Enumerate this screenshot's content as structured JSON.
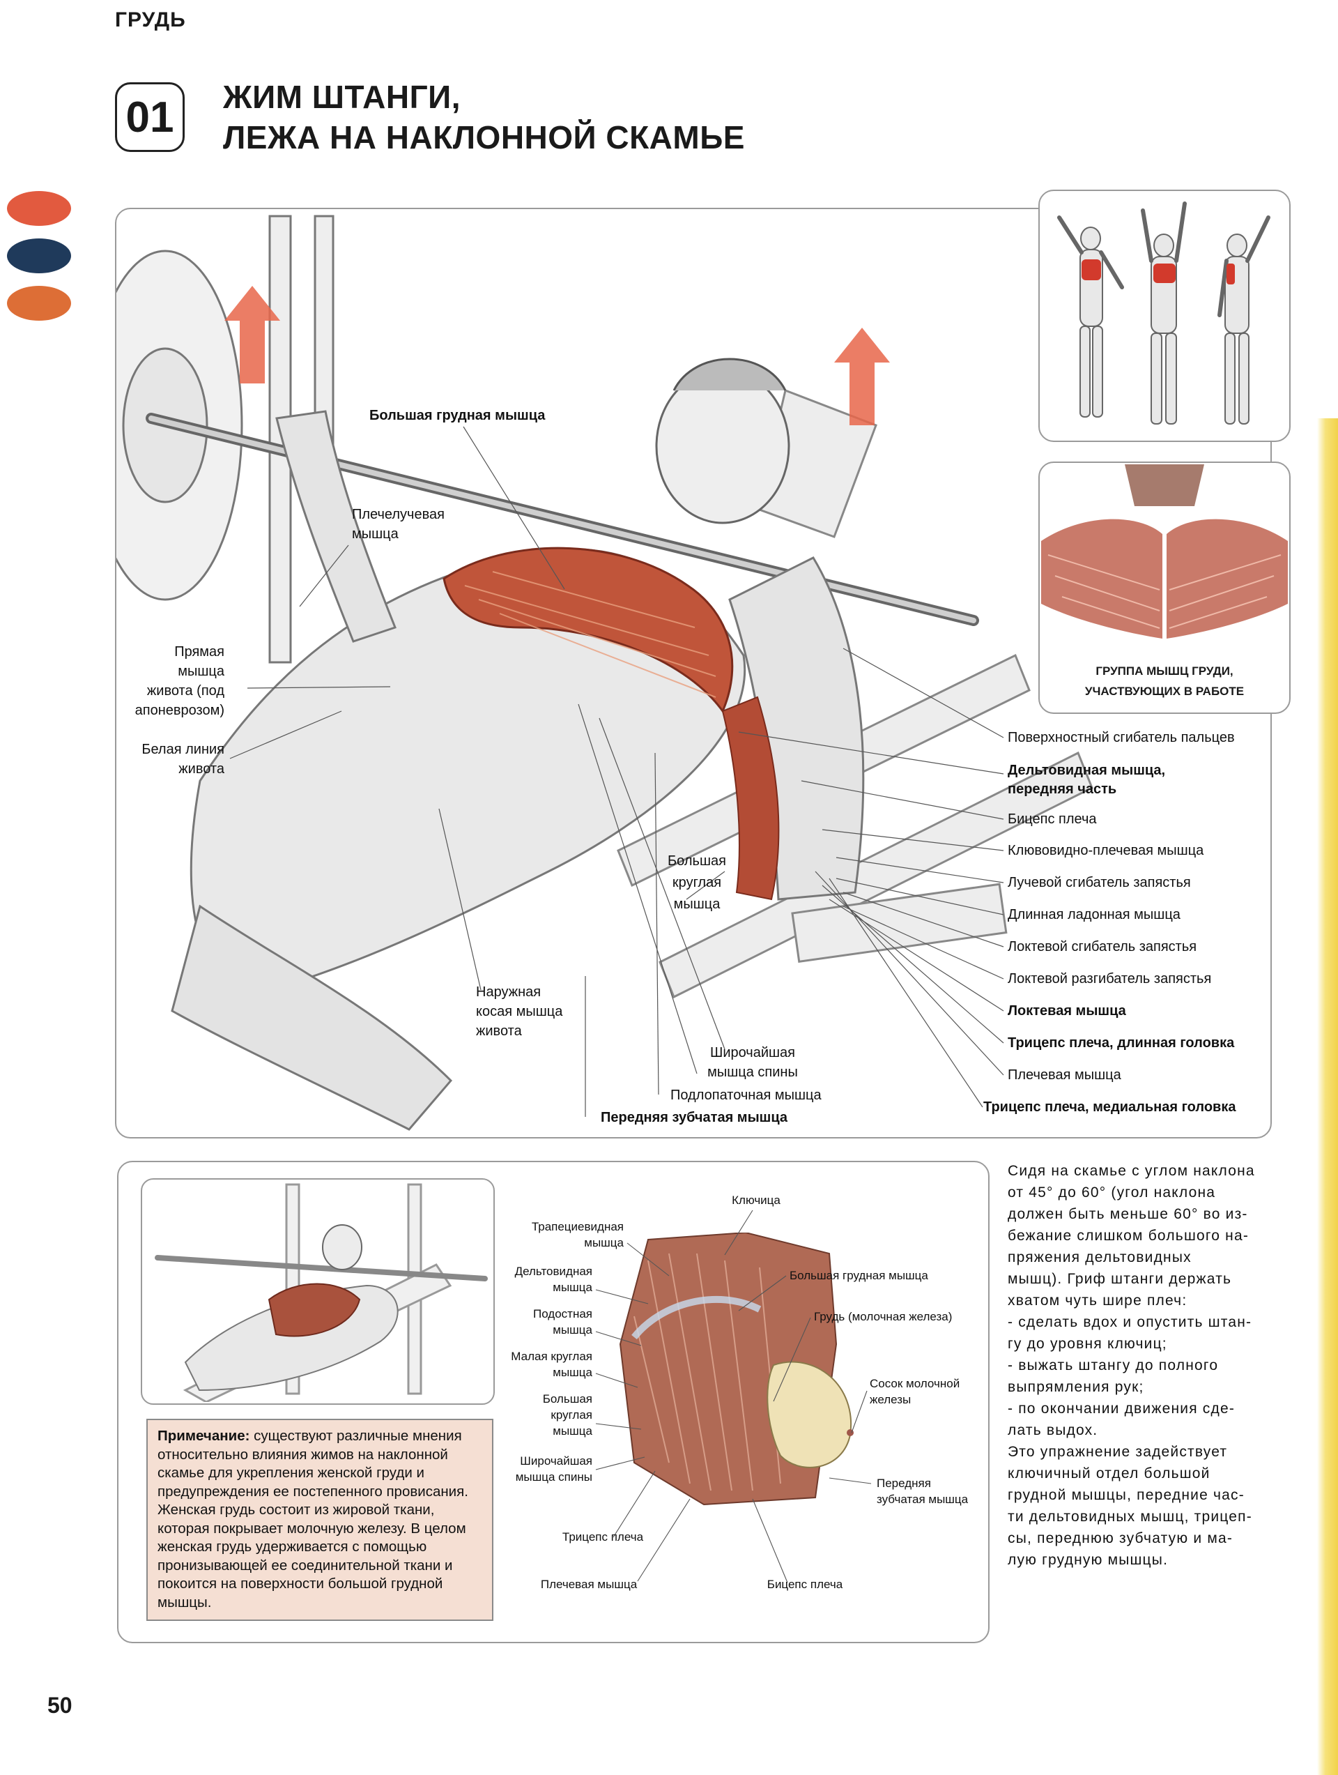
{
  "section": "ГРУДЬ",
  "exercise_number": "01",
  "title_line1": "ЖИМ ШТАНГИ,",
  "title_line2": "ЛЕЖА НА НАКЛОННОЙ СКАМЬЕ",
  "colors": {
    "tab1": "#e25a3f",
    "tab2": "#1f3a5b",
    "tab3": "#dd6e36",
    "note_bg": "#f5dfd3",
    "arrow": "#e8664a"
  },
  "main_labels": {
    "pec_major": "Большая грудная мышца",
    "brachioradialis_1": "Плечелучевая",
    "brachioradialis_2": "мышца",
    "rectus_1": "Прямая",
    "rectus_2": "мышца",
    "rectus_3": "живота (под",
    "rectus_4": "апоневрозом)",
    "linea_1": "Белая линия",
    "linea_2": "живота",
    "teres_major_1": "Большая",
    "teres_major_2": "круглая",
    "teres_major_3": "мышца",
    "oblique_1": "Наружная",
    "oblique_2": "косая мышца",
    "oblique_3": "живота",
    "lat_1": "Широчайшая",
    "lat_2": "мышца спины",
    "infraspinatus": "Подлопаточная мышца",
    "serratus": "Передняя зубчатая мышца",
    "right_1": "Поверхностный сгибатель пальцев",
    "right_2a": "Дельтовидная мышца,",
    "right_2b": "передняя часть",
    "right_3": "Бицепс плеча",
    "right_4": "Клювовидно-плечевая мышца",
    "right_5": "Лучевой сгибатель запястья",
    "right_6": "Длинная ладонная мышца",
    "right_7": "Локтевой сгибатель запястья",
    "right_8": "Локтевой разгибатель запястья",
    "right_9": "Локтевая мышца",
    "right_10": "Трицепс плеча, длинная головка",
    "right_11": "Плечевая мышца",
    "right_12": "Трицепс плеча, медиальная головка"
  },
  "muscle_group_caption_1": "ГРУППА МЫШЦ ГРУДИ,",
  "muscle_group_caption_2": "УЧАСТВУЮЩИХ В РАБОТЕ",
  "female_labels": {
    "clavicle": "Ключица",
    "trap_1": "Трапециевидная",
    "trap_2": "мышца",
    "deltoid_1": "Дельтовидная",
    "deltoid_2": "мышца",
    "subscap_1": "Подостная",
    "subscap_2": "мышца",
    "teres_minor_1": "Малая круглая",
    "teres_minor_2": "мышца",
    "teres_major_1": "Большая",
    "teres_major_2": "круглая",
    "teres_major_3": "мышца",
    "lat_1": "Широчайшая",
    "lat_2": "мышца спины",
    "triceps": "Трицепс плеча",
    "brachialis": "Плечевая мышца",
    "pec_major": "Большая грудная мышца",
    "breast": "Грудь (молочная железа)",
    "nipple_1": "Сосок молочной",
    "nipple_2": "железы",
    "serratus_1": "Передняя",
    "serratus_2": "зубчатая мышца",
    "biceps": "Бицепс плеча"
  },
  "note_label": "Примечание:",
  "note_text": " существуют различные мнения относительно влияния жимов на наклонной скамье для укрепления женской груди и предупреждения ее постепенного провисания. Женская грудь состоит из жировой ткани, которая покрывает молочную железу. В целом женская грудь удерживается с помощью пронизывающей ее соединительной ткани и покоится на поверхности большой грудной мышцы.",
  "description": "Сидя на скамье с углом наклона\nот 45° до 60° (угол наклона\nдолжен быть меньше 60° во из-\nбежание слишком большого на-\nпряжения дельтовидных\nмышц). Гриф штанги держать\nхватом чуть шире плеч:\n- сделать вдох и опустить штан-\nгу до уровня ключиц;\n- выжать штангу до полного\nвыпрямления рук;\n- по окончании движения сде-\nлать выдох.\nЭто упражнение задействует\nключичный отдел большой\nгрудной мышцы, передние час-\nти дельтовидных мышц, трицеп-\nсы, переднюю зубчатую и ма-\nлую грудную мышцы.",
  "page_number": "50"
}
